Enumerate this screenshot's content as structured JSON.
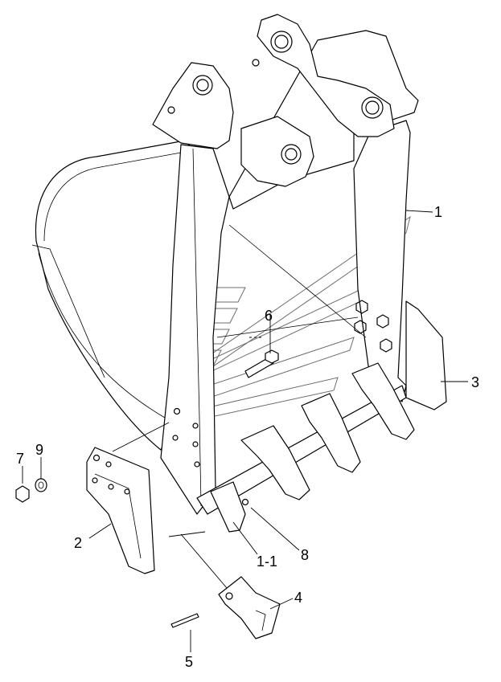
{
  "callouts": {
    "c1": "1",
    "c1_1": "1-1",
    "c2": "2",
    "c3": "3",
    "c4": "4",
    "c5": "5",
    "c6": "6",
    "c7": "7",
    "c8": "8",
    "c9": "9"
  }
}
